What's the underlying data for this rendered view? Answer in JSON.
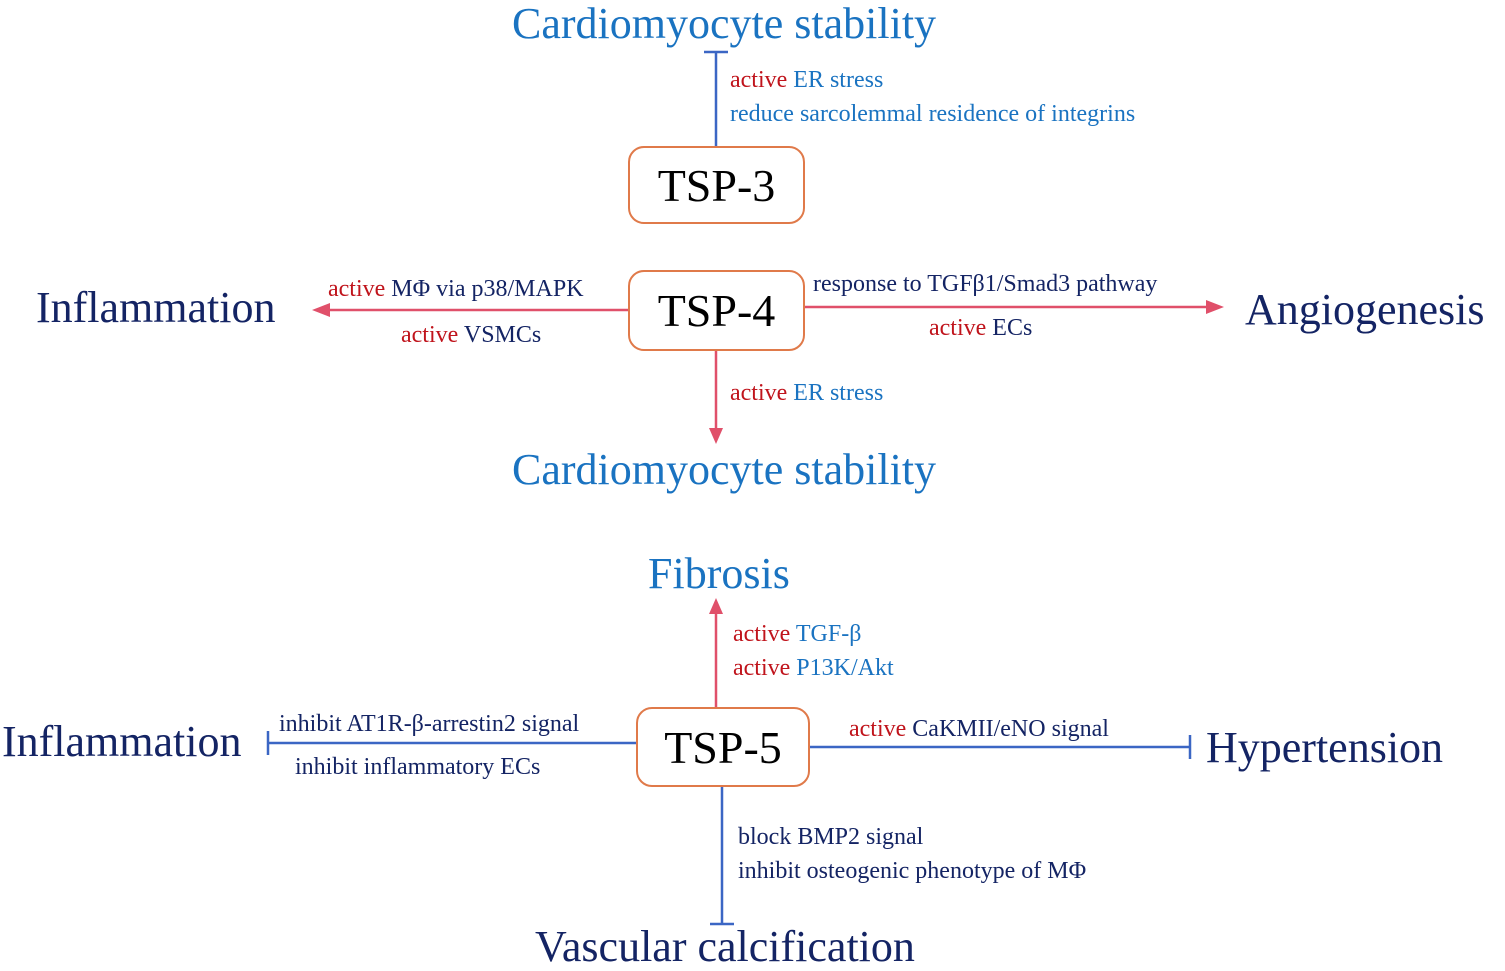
{
  "colors": {
    "blue_text": "#1a73c1",
    "navy_text": "#142464",
    "red_text": "#c0141c",
    "promote_arrow": "#e0506a",
    "inhibit_line": "#3b66c4",
    "box_border": "#e07a4a"
  },
  "tsp3": {
    "label": "TSP-3",
    "top_target": "Cardiomyocyte stability",
    "top_line1_verb": "active",
    "top_line1_rest": " ER stress",
    "top_line2": "reduce sarcolemmal residence of integrins"
  },
  "tsp4": {
    "label": "TSP-4",
    "left_target": "Inflammation",
    "left_line1_verb": "active",
    "left_line1_rest": " MΦ via p38/MAPK",
    "left_line2_verb": "active",
    "left_line2_rest": " VSMCs",
    "right_target": "Angiogenesis",
    "right_line1": "response to TGFβ1/Smad3 pathway",
    "right_line2_verb": "active",
    "right_line2_rest": " ECs",
    "bottom_line1_verb": "active",
    "bottom_line1_rest": " ER stress",
    "bottom_target": "Cardiomyocyte stability"
  },
  "tsp5": {
    "label": "TSP-5",
    "top_target": "Fibrosis",
    "top_line1_verb": "active",
    "top_line1_rest": " TGF-β",
    "top_line2_verb": "active",
    "top_line2_rest": " P13K/Akt",
    "left_target": "Inflammation",
    "left_line1": "inhibit AT1R-β-arrestin2 signal",
    "left_line2": "inhibit inflammatory ECs",
    "right_target": "Hypertension",
    "right_line1_verb": "active",
    "right_line1_rest": " CaKMII/eNO signal",
    "bottom_line1": "block BMP2 signal",
    "bottom_line2": "inhibit osteogenic phenotype of MΦ",
    "bottom_target": "Vascular calcification"
  }
}
